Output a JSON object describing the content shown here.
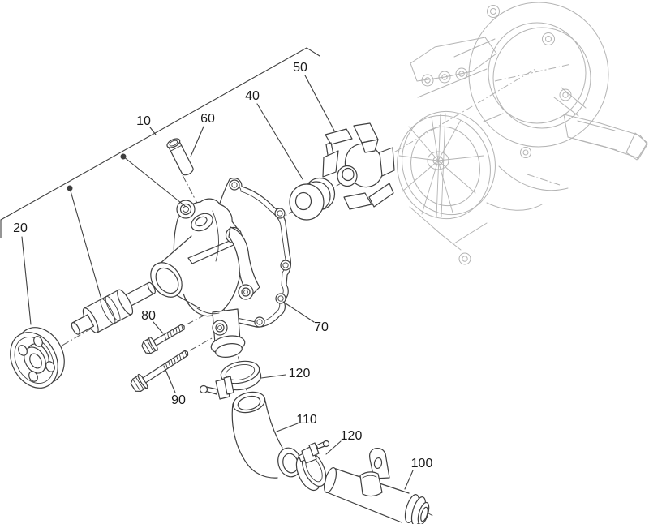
{
  "diagram": {
    "type": "exploded-parts-diagram",
    "colors": {
      "background": "#ffffff",
      "part_line": "#3f3f3f",
      "ghost_line": "#b3b3b3",
      "label_text": "#1a1a1a"
    },
    "callouts": [
      {
        "label": "10"
      },
      {
        "label": "20"
      },
      {
        "label": "40"
      },
      {
        "label": "50"
      },
      {
        "label": "60"
      },
      {
        "label": "70"
      },
      {
        "label": "80"
      },
      {
        "label": "90"
      },
      {
        "label": "100"
      },
      {
        "label": "110"
      },
      {
        "label": "120"
      },
      {
        "label": "120"
      }
    ]
  }
}
